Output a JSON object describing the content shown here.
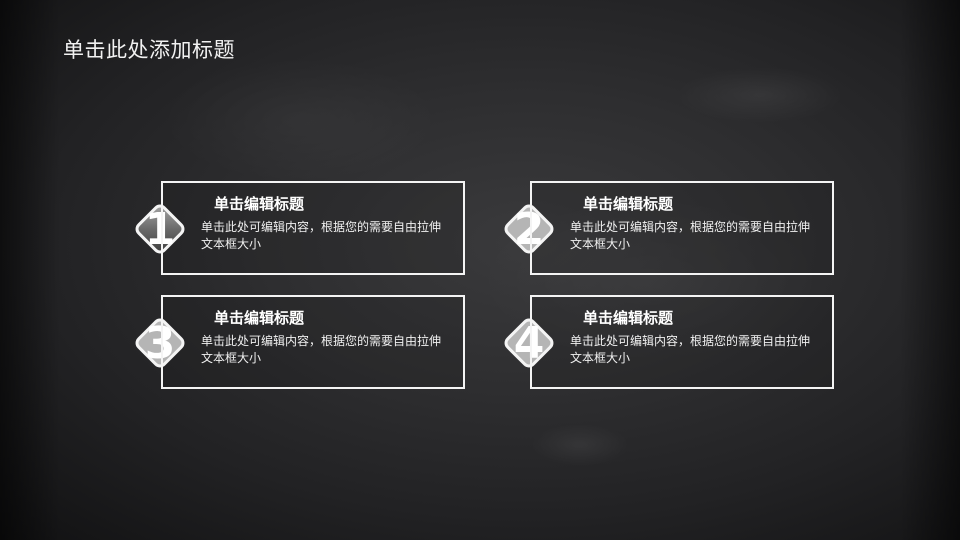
{
  "slide": {
    "title": "单击此处添加标题",
    "colors": {
      "background": "#2e2e30",
      "border": "#f4f4f4",
      "badge_fill": "#b5b5b5",
      "badge_fill_first_top": "#9a9a9a",
      "badge_fill_first_bottom": "#3c3c3c",
      "text": "#ffffff"
    },
    "items": [
      {
        "number": "1",
        "heading": "单击编辑标题",
        "body": "单击此处可编辑内容，根据您的需要自由拉伸文本框大小"
      },
      {
        "number": "2",
        "heading": "单击编辑标题",
        "body": "单击此处可编辑内容，根据您的需要自由拉伸文本框大小"
      },
      {
        "number": "3",
        "heading": "单击编辑标题",
        "body": "单击此处可编辑内容，根据您的需要自由拉伸文本框大小"
      },
      {
        "number": "4",
        "heading": "单击编辑标题",
        "body": "单击此处可编辑内容，根据您的需要自由拉伸文本框大小"
      }
    ]
  }
}
